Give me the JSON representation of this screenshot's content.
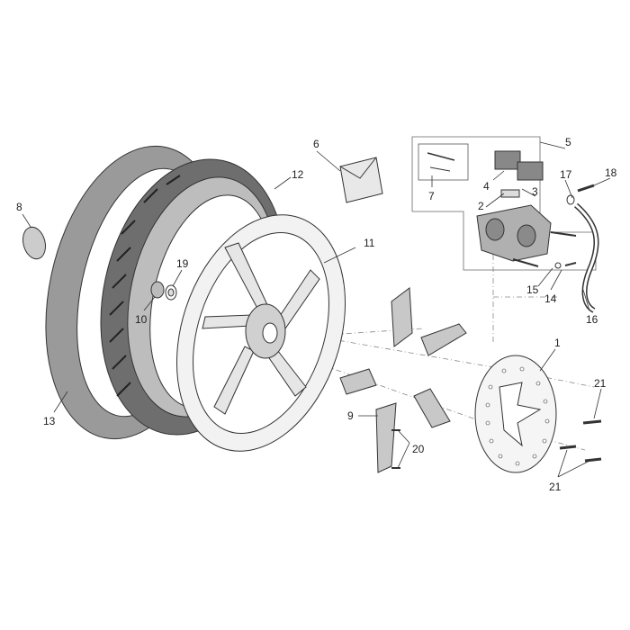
{
  "callouts": {
    "c1": "1",
    "c2": "2",
    "c3": "3",
    "c4": "4",
    "c5": "5",
    "c6": "6",
    "c7": "7",
    "c8": "8",
    "c9": "9",
    "c10": "10",
    "c11": "11",
    "c12": "12",
    "c13": "13",
    "c14": "14",
    "c15": "15",
    "c16": "16",
    "c17": "17",
    "c18": "18",
    "c19": "19",
    "c20": "20",
    "c21a": "21",
    "c21b": "21"
  },
  "colors": {
    "tire_outer": "#9a9a9a",
    "tire_inner": "#6e6e6e",
    "rim": "#f2f2f2",
    "caliper": "#b0b0b0",
    "disc": "#f5f5f5",
    "outline": "#333333"
  }
}
